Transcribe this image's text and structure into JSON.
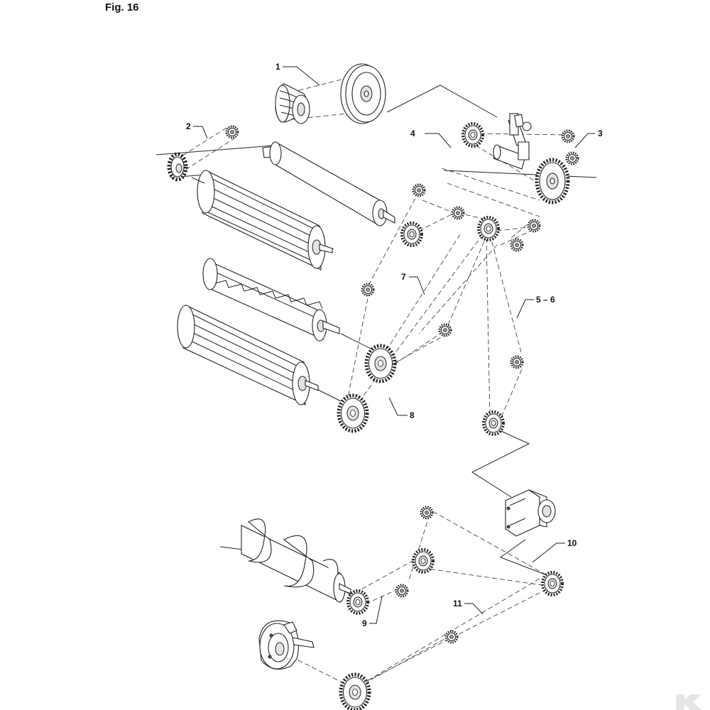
{
  "figure": {
    "title": "Fig. 16"
  },
  "callouts": [
    {
      "id": "c1",
      "text": "1"
    },
    {
      "id": "c2",
      "text": "2"
    },
    {
      "id": "c3",
      "text": "3"
    },
    {
      "id": "c4",
      "text": "4"
    },
    {
      "id": "c56",
      "text": "5 – 6"
    },
    {
      "id": "c7",
      "text": "7"
    },
    {
      "id": "c8",
      "text": "8"
    },
    {
      "id": "c9",
      "text": "9"
    },
    {
      "id": "c10",
      "text": "10"
    },
    {
      "id": "c11",
      "text": "11"
    }
  ],
  "colors": {
    "line": "#222222",
    "shade": "#e2e2e2",
    "logo": "#e6e6e6"
  },
  "icons": {
    "logo": "k-arrow-logo-icon"
  }
}
